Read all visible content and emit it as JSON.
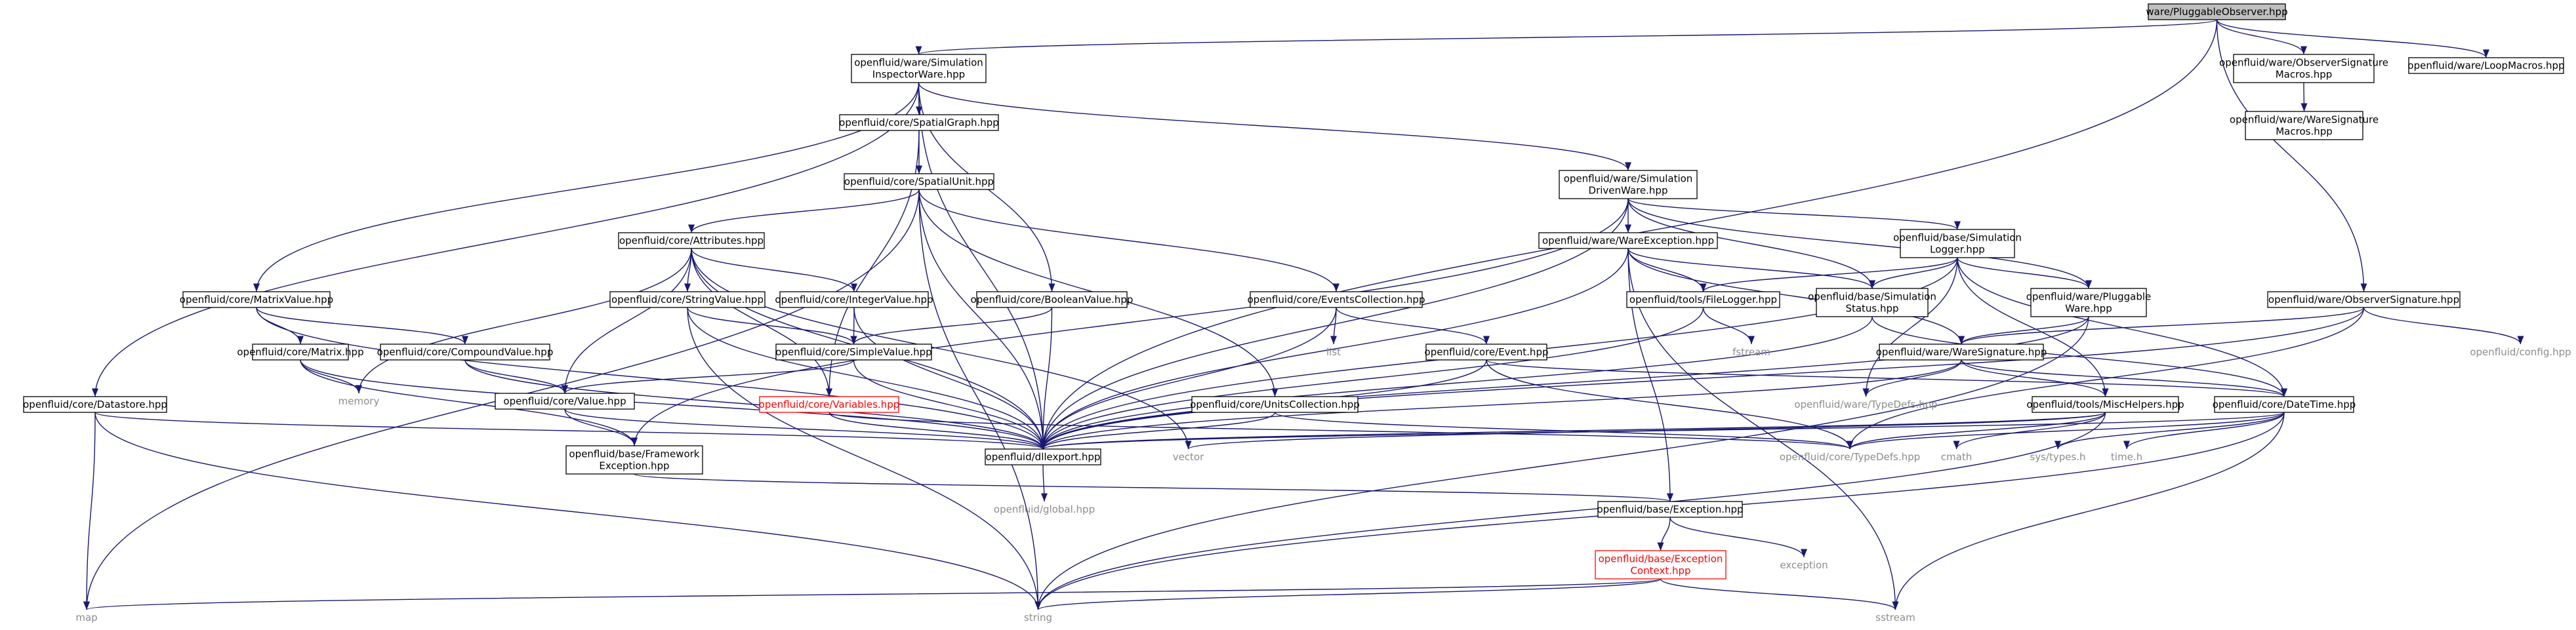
{
  "colors": {
    "edge": "#191970",
    "root_fill": "#bfbfbf",
    "truncated_outline": "#ff0000",
    "external_text": "#8c8c8c"
  },
  "nodes": {
    "PO": {
      "lines": [
        "ware/PluggableObserver.hpp"
      ],
      "kind": "root"
    },
    "SIW": {
      "lines": [
        "openfluid/ware/Simulation",
        "InspectorWare.hpp"
      ],
      "kind": "normal"
    },
    "OSM": {
      "lines": [
        "openfluid/ware/ObserverSignature",
        "Macros.hpp"
      ],
      "kind": "normal"
    },
    "LM": {
      "lines": [
        "openfluid/ware/LoopMacros.hpp"
      ],
      "kind": "normal"
    },
    "WSM": {
      "lines": [
        "openfluid/ware/WareSignature",
        "Macros.hpp"
      ],
      "kind": "normal"
    },
    "SG": {
      "lines": [
        "openfluid/core/SpatialGraph.hpp"
      ],
      "kind": "normal"
    },
    "SU": {
      "lines": [
        "openfluid/core/SpatialUnit.hpp"
      ],
      "kind": "normal"
    },
    "SDW": {
      "lines": [
        "openfluid/ware/Simulation",
        "DrivenWare.hpp"
      ],
      "kind": "normal"
    },
    "ATT": {
      "lines": [
        "openfluid/core/Attributes.hpp"
      ],
      "kind": "normal"
    },
    "WE": {
      "lines": [
        "openfluid/ware/WareException.hpp"
      ],
      "kind": "normal"
    },
    "SL": {
      "lines": [
        "openfluid/base/Simulation",
        "Logger.hpp"
      ],
      "kind": "normal"
    },
    "MV": {
      "lines": [
        "openfluid/core/MatrixValue.hpp"
      ],
      "kind": "normal"
    },
    "STRV": {
      "lines": [
        "openfluid/core/StringValue.hpp"
      ],
      "kind": "normal"
    },
    "IV": {
      "lines": [
        "openfluid/core/IntegerValue.hpp"
      ],
      "kind": "normal"
    },
    "BV": {
      "lines": [
        "openfluid/core/BooleanValue.hpp"
      ],
      "kind": "normal"
    },
    "EC": {
      "lines": [
        "openfluid/core/EventsCollection.hpp"
      ],
      "kind": "normal"
    },
    "FL": {
      "lines": [
        "openfluid/tools/FileLogger.hpp"
      ],
      "kind": "normal"
    },
    "SS": {
      "lines": [
        "openfluid/base/Simulation",
        "Status.hpp"
      ],
      "kind": "normal"
    },
    "PW": {
      "lines": [
        "openfluid/ware/Pluggable",
        "Ware.hpp"
      ],
      "kind": "normal"
    },
    "OS": {
      "lines": [
        "openfluid/ware/ObserverSignature.hpp"
      ],
      "kind": "normal"
    },
    "MX": {
      "lines": [
        "openfluid/core/Matrix.hpp"
      ],
      "kind": "normal"
    },
    "CV": {
      "lines": [
        "openfluid/core/CompoundValue.hpp"
      ],
      "kind": "normal"
    },
    "SV": {
      "lines": [
        "openfluid/core/SimpleValue.hpp"
      ],
      "kind": "normal"
    },
    "LIST": {
      "lines": [
        "list"
      ],
      "kind": "ext"
    },
    "EV": {
      "lines": [
        "openfluid/core/Event.hpp"
      ],
      "kind": "normal"
    },
    "FS": {
      "lines": [
        "fstream"
      ],
      "kind": "ext"
    },
    "WS": {
      "lines": [
        "openfluid/ware/WareSignature.hpp"
      ],
      "kind": "normal"
    },
    "CFG": {
      "lines": [
        "openfluid/config.hpp"
      ],
      "kind": "ext"
    },
    "MEM": {
      "lines": [
        "memory"
      ],
      "kind": "ext"
    },
    "VAL": {
      "lines": [
        "openfluid/core/Value.hpp"
      ],
      "kind": "normal"
    },
    "DS": {
      "lines": [
        "openfluid/core/Datastore.hpp"
      ],
      "kind": "normal"
    },
    "VARS": {
      "lines": [
        "openfluid/core/Variables.hpp"
      ],
      "kind": "red"
    },
    "UC": {
      "lines": [
        "openfluid/core/UnitsCollection.hpp"
      ],
      "kind": "normal"
    },
    "WTD": {
      "lines": [
        "openfluid/ware/TypeDefs.hpp"
      ],
      "kind": "ext"
    },
    "MH": {
      "lines": [
        "openfluid/tools/MiscHelpers.hpp"
      ],
      "kind": "normal"
    },
    "DT": {
      "lines": [
        "openfluid/core/DateTime.hpp"
      ],
      "kind": "normal"
    },
    "DLL": {
      "lines": [
        "openfluid/dllexport.hpp"
      ],
      "kind": "normal"
    },
    "VEC": {
      "lines": [
        "vector"
      ],
      "kind": "ext"
    },
    "CTD": {
      "lines": [
        "openfluid/core/TypeDefs.hpp"
      ],
      "kind": "ext"
    },
    "CMATH": {
      "lines": [
        "cmath"
      ],
      "kind": "ext"
    },
    "SYST": {
      "lines": [
        "sys/types.h"
      ],
      "kind": "ext"
    },
    "TIMEH": {
      "lines": [
        "time.h"
      ],
      "kind": "ext"
    },
    "FE": {
      "lines": [
        "openfluid/base/Framework",
        "Exception.hpp"
      ],
      "kind": "normal"
    },
    "GLOB": {
      "lines": [
        "openfluid/global.hpp"
      ],
      "kind": "ext"
    },
    "BEX": {
      "lines": [
        "openfluid/base/Exception.hpp"
      ],
      "kind": "normal"
    },
    "EXC": {
      "lines": [
        "exception"
      ],
      "kind": "ext"
    },
    "BEC": {
      "lines": [
        "openfluid/base/Exception",
        "Context.hpp"
      ],
      "kind": "red"
    },
    "MAP": {
      "lines": [
        "map"
      ],
      "kind": "ext"
    },
    "STR": {
      "lines": [
        "string"
      ],
      "kind": "ext"
    },
    "SST": {
      "lines": [
        "sstream"
      ],
      "kind": "ext"
    }
  },
  "edges": [
    [
      "PO",
      "SIW"
    ],
    [
      "PO",
      "OSM"
    ],
    [
      "PO",
      "LM"
    ],
    [
      "PO",
      "OS"
    ],
    [
      "PO",
      "DLL"
    ],
    [
      "OSM",
      "WSM"
    ],
    [
      "SIW",
      "SG"
    ],
    [
      "SIW",
      "SDW"
    ],
    [
      "SIW",
      "MV"
    ],
    [
      "SIW",
      "BV"
    ],
    [
      "SIW",
      "DS"
    ],
    [
      "SIW",
      "DLL"
    ],
    [
      "SG",
      "SU"
    ],
    [
      "SG",
      "VARS"
    ],
    [
      "SU",
      "ATT"
    ],
    [
      "SU",
      "EC"
    ],
    [
      "SU",
      "UC"
    ],
    [
      "SU",
      "DLL"
    ],
    [
      "SU",
      "MAP"
    ],
    [
      "SU",
      "STR"
    ],
    [
      "SDW",
      "WE"
    ],
    [
      "SDW",
      "SL"
    ],
    [
      "SDW",
      "SS"
    ],
    [
      "SDW",
      "PW"
    ],
    [
      "SDW",
      "FE"
    ],
    [
      "SDW",
      "DLL"
    ],
    [
      "ATT",
      "STRV"
    ],
    [
      "ATT",
      "IV"
    ],
    [
      "ATT",
      "VAL"
    ],
    [
      "ATT",
      "MEM"
    ],
    [
      "ATT",
      "DLL"
    ],
    [
      "ATT",
      "VARS"
    ],
    [
      "ATT",
      "VEC"
    ],
    [
      "WE",
      "FL"
    ],
    [
      "WE",
      "SS"
    ],
    [
      "WE",
      "WS"
    ],
    [
      "WE",
      "BEX"
    ],
    [
      "WE",
      "DLL"
    ],
    [
      "WE",
      "SST"
    ],
    [
      "SL",
      "FL"
    ],
    [
      "SL",
      "SS"
    ],
    [
      "SL",
      "PW"
    ],
    [
      "SL",
      "MH"
    ],
    [
      "SL",
      "DT"
    ],
    [
      "SL",
      "WTD"
    ],
    [
      "SL",
      "DLL"
    ],
    [
      "MV",
      "MX"
    ],
    [
      "MV",
      "CV"
    ],
    [
      "MV",
      "DLL"
    ],
    [
      "MX",
      "MEM"
    ],
    [
      "MX",
      "FE"
    ],
    [
      "MX",
      "DLL"
    ],
    [
      "CV",
      "VAL"
    ],
    [
      "CV",
      "DLL"
    ],
    [
      "STRV",
      "SV"
    ],
    [
      "STRV",
      "DLL"
    ],
    [
      "STRV",
      "STR"
    ],
    [
      "IV",
      "SV"
    ],
    [
      "IV",
      "DLL"
    ],
    [
      "BV",
      "SV"
    ],
    [
      "BV",
      "DLL"
    ],
    [
      "SV",
      "VAL"
    ],
    [
      "SV",
      "DLL"
    ],
    [
      "VAL",
      "FE"
    ],
    [
      "VAL",
      "DLL"
    ],
    [
      "EC",
      "LIST"
    ],
    [
      "EC",
      "EV"
    ],
    [
      "EC",
      "DLL"
    ],
    [
      "EV",
      "DT"
    ],
    [
      "EV",
      "CTD"
    ],
    [
      "EV",
      "DLL"
    ],
    [
      "FL",
      "FS"
    ],
    [
      "FL",
      "DLL"
    ],
    [
      "SS",
      "DT"
    ],
    [
      "SS",
      "DLL"
    ],
    [
      "PW",
      "WS"
    ],
    [
      "PW",
      "DLL"
    ],
    [
      "PW",
      "STR"
    ],
    [
      "WS",
      "WTD"
    ],
    [
      "WS",
      "MH"
    ],
    [
      "WS",
      "DT"
    ],
    [
      "WS",
      "DLL"
    ],
    [
      "OS",
      "WS"
    ],
    [
      "OS",
      "CFG"
    ],
    [
      "OS",
      "DLL"
    ],
    [
      "OS",
      "CTD"
    ],
    [
      "DS",
      "DLL"
    ],
    [
      "DS",
      "MAP"
    ],
    [
      "DS",
      "STR"
    ],
    [
      "VARS",
      "DLL"
    ],
    [
      "VARS",
      "CTD"
    ],
    [
      "UC",
      "DLL"
    ],
    [
      "UC",
      "CTD"
    ],
    [
      "MH",
      "VEC"
    ],
    [
      "MH",
      "CTD"
    ],
    [
      "MH",
      "CMATH"
    ],
    [
      "MH",
      "STR"
    ],
    [
      "MH",
      "DLL"
    ],
    [
      "DT",
      "CTD"
    ],
    [
      "DT",
      "SYST"
    ],
    [
      "DT",
      "TIMEH"
    ],
    [
      "DT",
      "DLL"
    ],
    [
      "DT",
      "STR"
    ],
    [
      "DT",
      "SST"
    ],
    [
      "DLL",
      "GLOB"
    ],
    [
      "FE",
      "BEX"
    ],
    [
      "BEX",
      "EXC"
    ],
    [
      "BEX",
      "BEC"
    ],
    [
      "BEC",
      "MAP"
    ],
    [
      "BEC",
      "STR"
    ],
    [
      "BEC",
      "SST"
    ]
  ]
}
